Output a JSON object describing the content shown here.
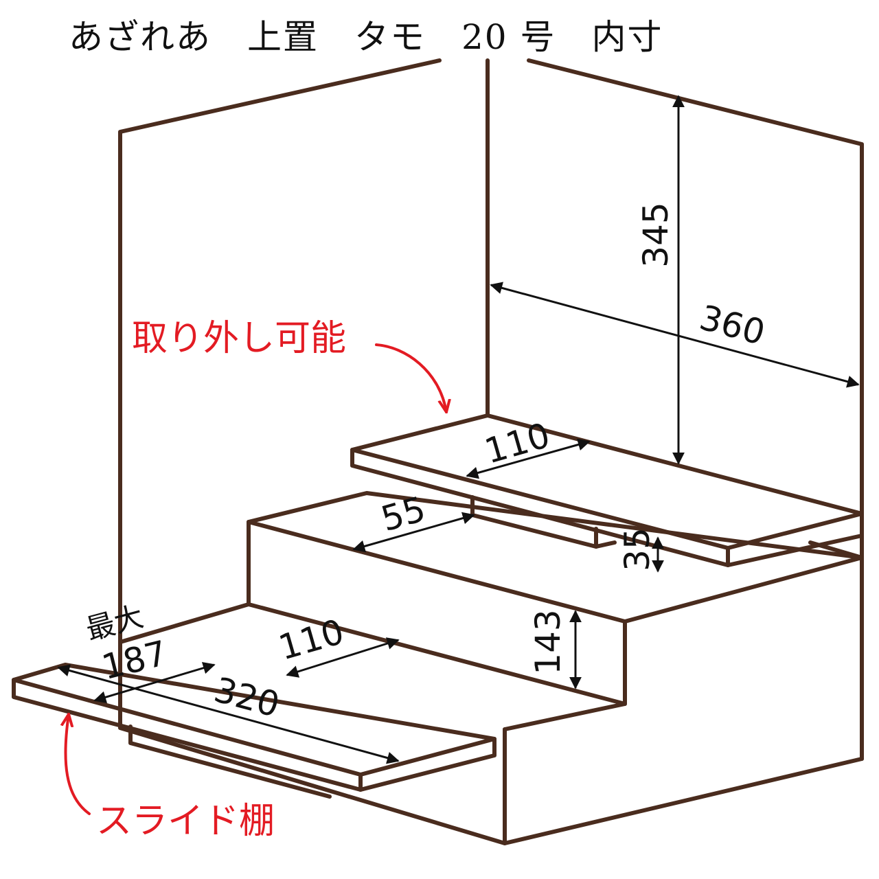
{
  "title": "あざれあ　上置　タモ　20 号　内寸",
  "colors": {
    "edge": "#4a2c1e",
    "dimension": "#111111",
    "callout": "#e31b23"
  },
  "dimensions": {
    "back_height": "345",
    "back_width": "360",
    "top_shelf_depth": "110",
    "middle_step_depth": "55",
    "shelf_gap": "35",
    "lower_step_height": "143",
    "lower_step_depth": "110",
    "slide_shelf_width": "320",
    "slide_max_label": "最大",
    "slide_max_value": "187"
  },
  "callouts": {
    "removable": "取り外し可能",
    "slide_shelf": "スライド棚"
  }
}
